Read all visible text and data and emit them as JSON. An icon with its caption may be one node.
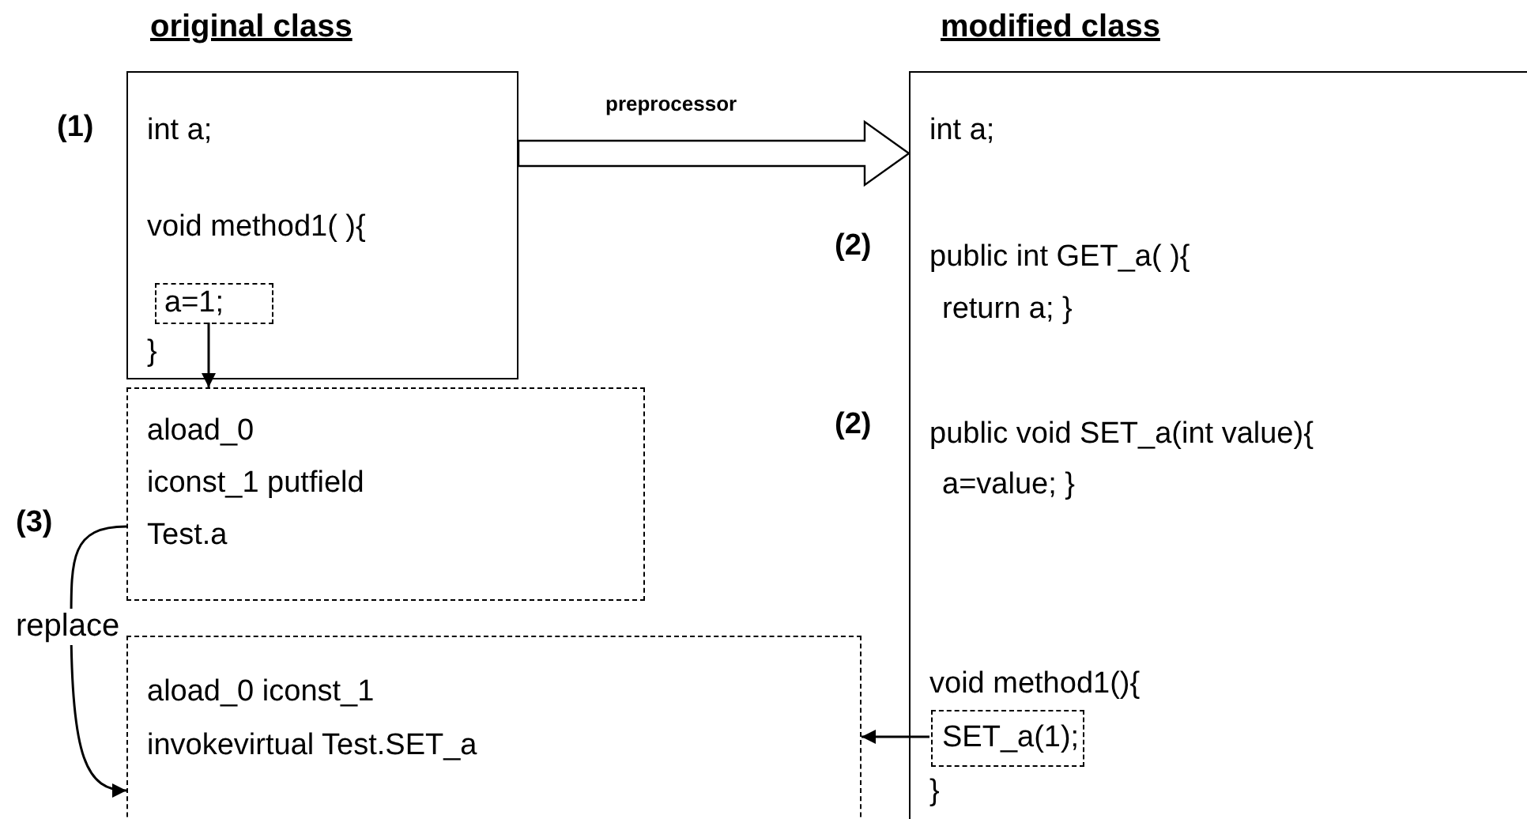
{
  "diagram": {
    "nodes": [
      {
        "text": [
          "original class",
          "int a;",
          "void method1( ){",
          "}"
        ]
      },
      {
        "text": [
          "a=1;"
        ],
        "in": 0
      },
      {
        "text": [
          "aload_0 iconst_1 putfield Test.a"
        ]
      },
      {
        "text": [
          "aload_0 iconst_1 invokevirtual Test.SET_a"
        ]
      },
      {
        "text": [
          "modified class",
          "int a;",
          "public int GET_a( ){ return a; }",
          "public void SET_a(int value){ a=value; }",
          "void method1(){",
          "}"
        ]
      },
      {
        "text": [
          "SET_a(1);"
        ],
        "in": 4
      }
    ],
    "edges": [
      {
        "from": 0,
        "to": 4,
        "arrow": "to",
        "label": "preprocessor",
        "style": "thick"
      },
      {
        "from": 1,
        "to": 2,
        "arrow": "to"
      },
      {
        "from": 2,
        "to": 3,
        "arrow": "to",
        "label": "replace"
      },
      {
        "from": 5,
        "to": 3,
        "arrow": "to"
      }
    ],
    "labels": [
      "(1)",
      "(2)",
      "(2)",
      "(3)"
    ]
  }
}
